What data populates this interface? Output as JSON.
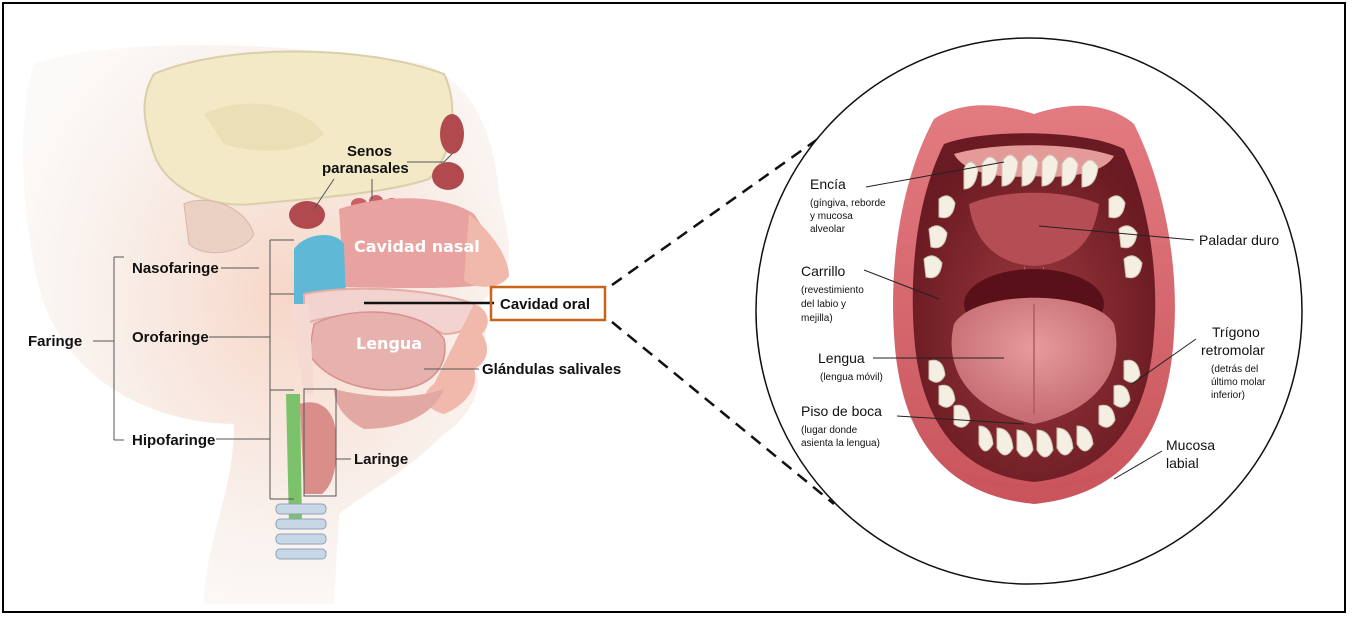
{
  "left_labels": {
    "senos_1": "Senos",
    "senos_2": "paranasales",
    "cavidad_nasal": "Cavidad nasal",
    "nasofaringe": "Nasofaringe",
    "cavidad_oral": "Cavidad oral",
    "faringe": "Faringe",
    "orofaringe": "Orofaringe",
    "lengua": "Lengua",
    "glandulas": "Glándulas salivales",
    "hipofaringe": "Hipofaringe",
    "laringe": "Laringe"
  },
  "right_labels": {
    "encia": "Encía",
    "encia_sub1": "(gíngiva, reborde",
    "encia_sub2": "y mucosa",
    "encia_sub3": "alveolar",
    "paladar": "Paladar duro",
    "carrillo": "Carrillo",
    "carrillo_sub1": "(revestimiento",
    "carrillo_sub2": "del labio y",
    "carrillo_sub3": "mejilla)",
    "trigono_1": "Trígono",
    "trigono_2": "retromolar",
    "trigono_sub1": "(detrás del",
    "trigono_sub2": "último molar",
    "trigono_sub3": "inferior)",
    "lengua": "Lengua",
    "lengua_sub": "(lengua móvil)",
    "piso": "Piso de boca",
    "piso_sub1": "(lugar donde",
    "piso_sub2": "asienta la lengua)",
    "mucosa_1": "Mucosa",
    "mucosa_2": "labial"
  },
  "colors": {
    "highlight_box": "#c8651b",
    "nasopharynx": "#5fb8d6",
    "hypopharynx": "#7cc26a",
    "skin": "#f3c9b8",
    "lip": "#d9636a",
    "mouth_dark": "#7a1f28",
    "teeth": "#f4efe2"
  }
}
